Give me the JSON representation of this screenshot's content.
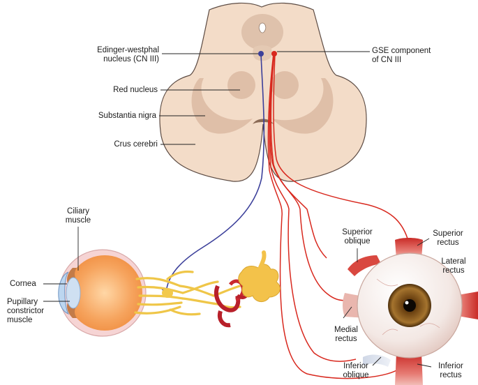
{
  "labels": {
    "edinger_line1": "Edinger-westphal",
    "edinger_line2": "nucleus (CN III)",
    "gse_line1": "GSE component",
    "gse_line2": "of CN III",
    "red_nucleus": "Red nucleus",
    "substantia_nigra": "Substantia nigra",
    "crus_cerebri": "Crus cerebri",
    "ciliary_line1": "Ciliary",
    "ciliary_line2": "muscle",
    "cornea": "Cornea",
    "pupillary_line1": "Pupillary",
    "pupillary_line2": "constrictor",
    "pupillary_line3": "muscle",
    "superior_oblique_line1": "Superior",
    "superior_oblique_line2": "oblique",
    "superior_rectus_line1": "Superior",
    "superior_rectus_line2": "rectus",
    "lateral_rectus_line1": "Lateral",
    "lateral_rectus_line2": "rectus",
    "medial_rectus_line1": "Medial",
    "medial_rectus_line2": "rectus",
    "inferior_oblique_line1": "Inferior",
    "inferior_oblique_line2": "oblique",
    "inferior_rectus_line1": "Inferior",
    "inferior_rectus_line2": "rectus"
  },
  "colors": {
    "brainstem_fill": "#f3dcc8",
    "brainstem_dark": "#dfbfa8",
    "parasympathetic_fiber": "#3b3f9a",
    "somatic_fiber": "#d8281e",
    "ciliary_nerves": "#f2c94c",
    "muscle_red": "#d23a34",
    "iris_brown": "#7a4a17"
  }
}
